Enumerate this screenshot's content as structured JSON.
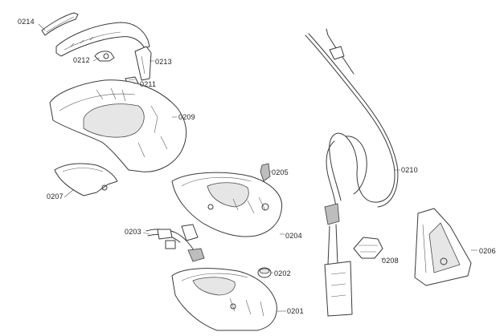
{
  "parts": [
    {
      "key": "p0214",
      "label": "0214"
    },
    {
      "key": "p0212",
      "label": "0212"
    },
    {
      "key": "p0213",
      "label": "0213"
    },
    {
      "key": "p0211",
      "label": "0211"
    },
    {
      "key": "p0209",
      "label": "0209"
    },
    {
      "key": "p0207",
      "label": "0207"
    },
    {
      "key": "p0205",
      "label": "0205"
    },
    {
      "key": "p0204",
      "label": "0204"
    },
    {
      "key": "p0203",
      "label": "0203"
    },
    {
      "key": "p0202",
      "label": "0202"
    },
    {
      "key": "p0201",
      "label": "0201"
    },
    {
      "key": "p0210",
      "label": "0210"
    },
    {
      "key": "p0208",
      "label": "0208"
    },
    {
      "key": "p0206",
      "label": "0206"
    }
  ]
}
